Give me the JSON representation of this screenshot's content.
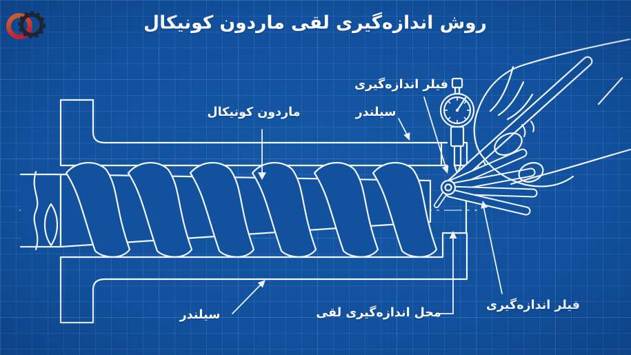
{
  "title": "روش اندازه‌گیری لقی ماردون کونیکال",
  "labels": {
    "screw": "ماردون کونیکال",
    "cylinder_top": "سیلندر",
    "cylinder_bottom": "سیلندر",
    "feeler_top": "فیلر اندازه‌گیری",
    "feeler_bottom": "فیلر اندازه‌گیری",
    "clearance_location": "محل اندازه‌گیری لقی"
  },
  "colors": {
    "background_blue": "#11519E",
    "grid_line": "#4A85C9",
    "drawing_line": "#F2F6FF",
    "logo_orange": "#F4772E",
    "logo_red": "#E02330",
    "logo_gear_dark": "#23272F"
  },
  "icons": {
    "logo": "gear-ring-logo",
    "gauge": "dial-indicator",
    "hand": "hand-holding-feeler"
  }
}
